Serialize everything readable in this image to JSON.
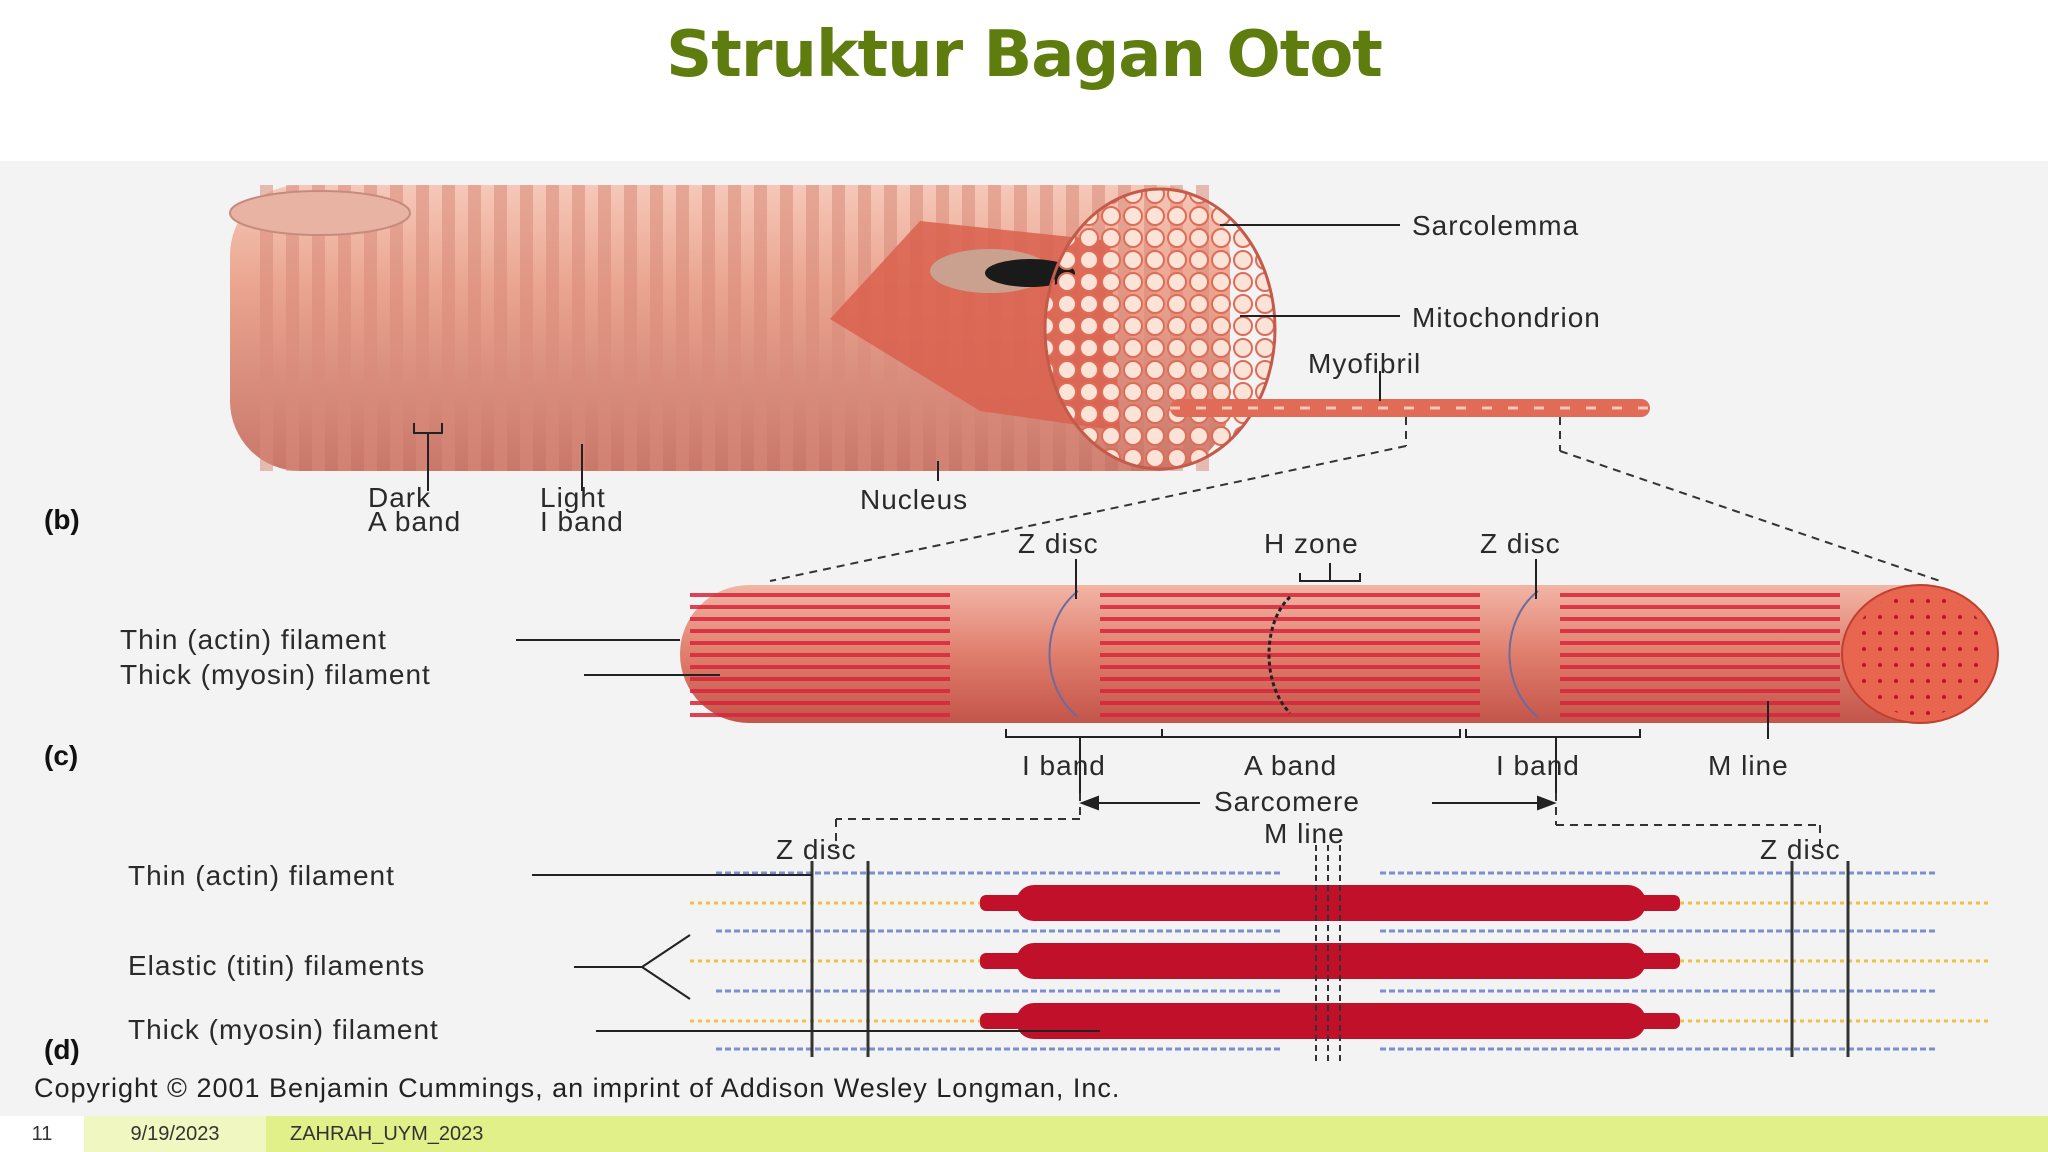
{
  "title": "Struktur Bagan Otot",
  "colors": {
    "title": "#5f7d0e",
    "fiber": "#e8a090",
    "actin": "#d9253a",
    "myosin": "#c0102a",
    "footer_bar": "#e2f08a"
  },
  "panel_b": {
    "panel_label": "(b)",
    "labels": {
      "sarcolemma": "Sarcolemma",
      "mitochondrion": "Mitochondrion",
      "myofibril": "Myofibril",
      "dark_a_band_line1": "Dark",
      "dark_a_band_line2": "A band",
      "light_i_band_line1": "Light",
      "light_i_band_line2": "I band",
      "nucleus": "Nucleus"
    }
  },
  "panel_c": {
    "panel_label": "(c)",
    "labels": {
      "z_disc_left": "Z disc",
      "h_zone": "H zone",
      "z_disc_right": "Z disc",
      "thin_filament": "Thin (actin) filament",
      "thick_filament": "Thick (myosin) filament",
      "i_band_left": "I band",
      "a_band": "A band",
      "i_band_right": "I band",
      "m_line": "M line",
      "sarcomere": "Sarcomere"
    }
  },
  "panel_d": {
    "panel_label": "(d)",
    "labels": {
      "m_line": "M line",
      "z_disc_left": "Z disc",
      "z_disc_right": "Z disc",
      "thin_filament": "Thin (actin) filament",
      "elastic_filaments": "Elastic (titin) filaments",
      "thick_filament": "Thick (myosin) filament"
    }
  },
  "copyright": "Copyright © 2001 Benjamin Cummings, an imprint of Addison Wesley Longman, Inc.",
  "footer": {
    "slide_number": "11",
    "date": "9/19/2023",
    "author": "ZAHRAH_UYM_2023"
  }
}
